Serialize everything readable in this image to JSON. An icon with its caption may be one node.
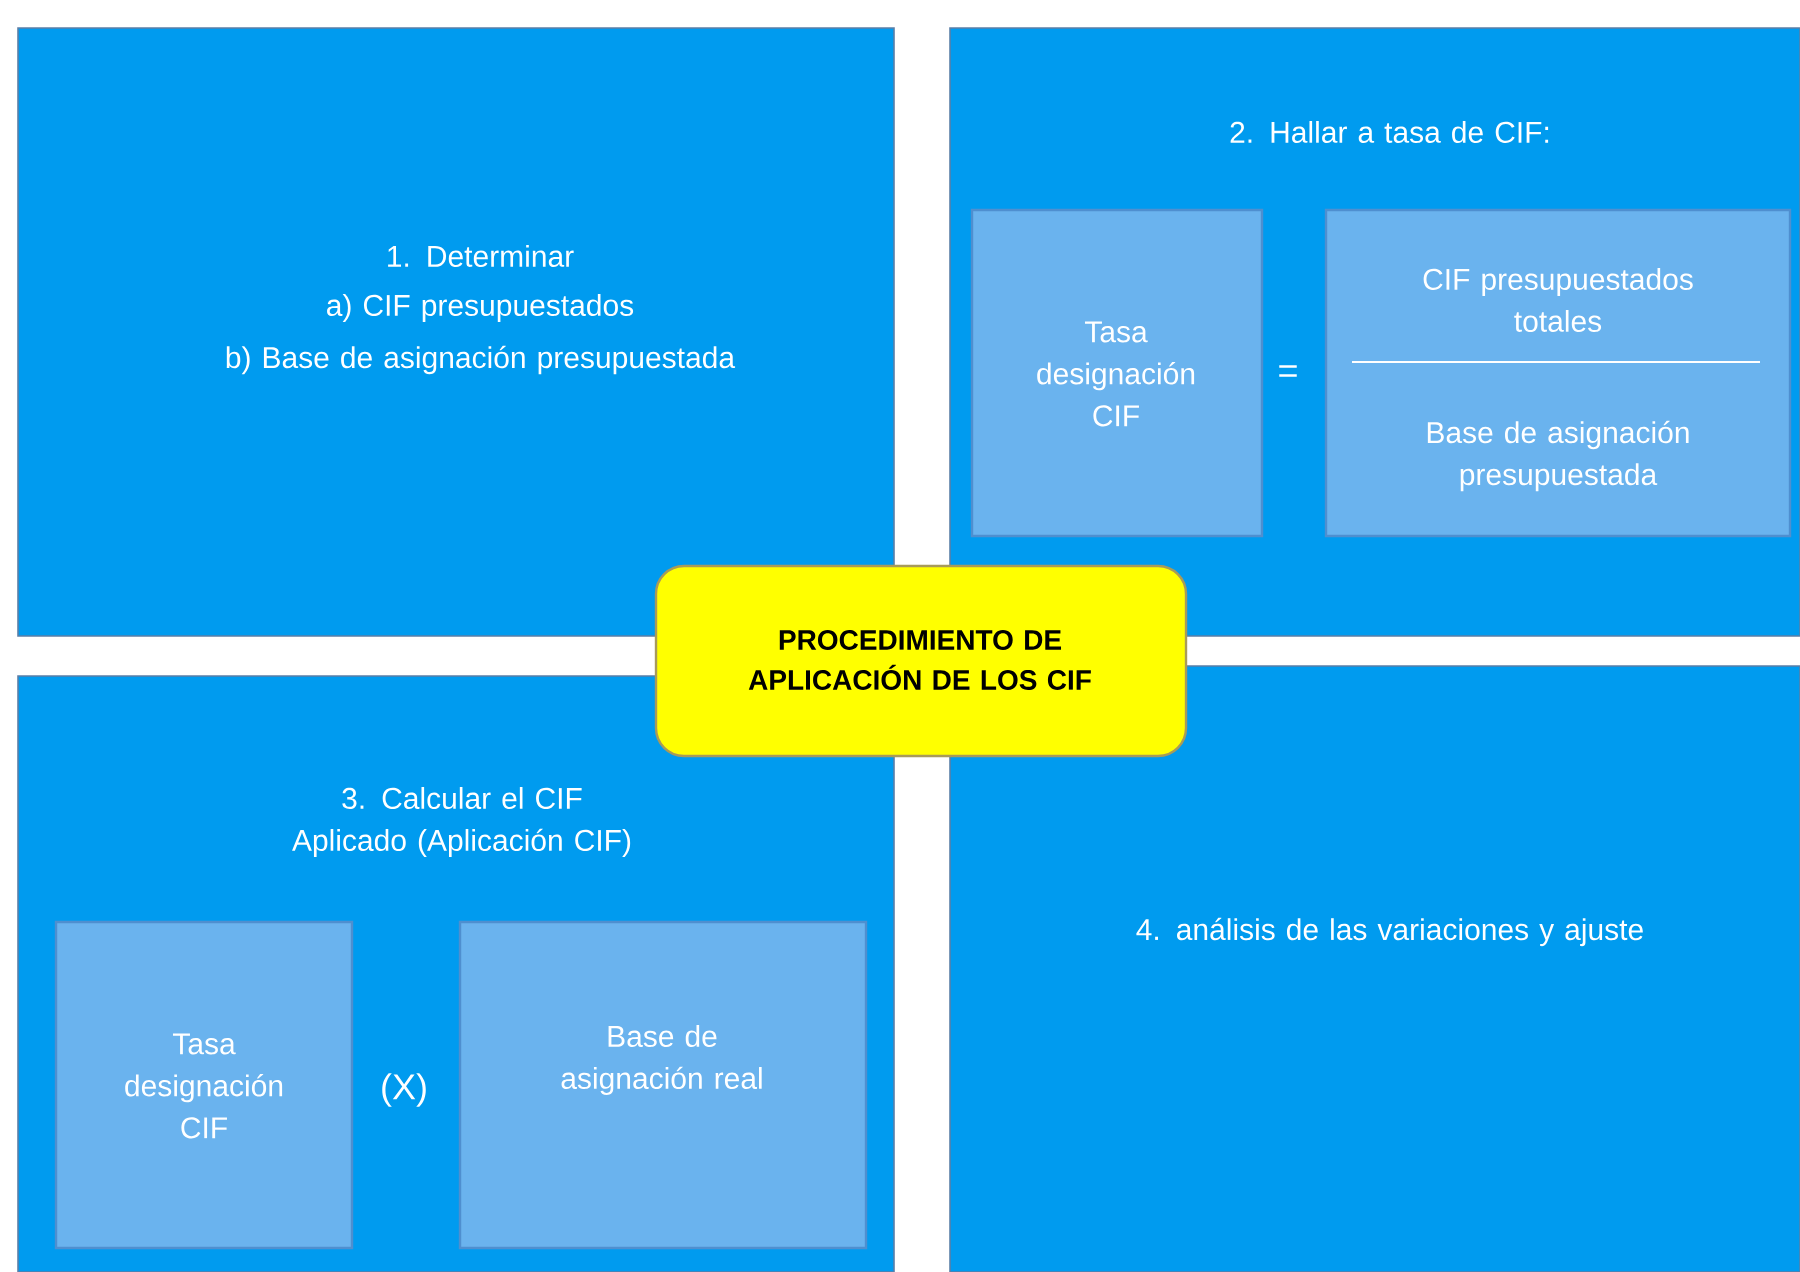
{
  "diagram": {
    "nodes": [
      {
        "text": [
          "1. Determinar",
          "a) CIF presupuestados",
          "b) Base de asignación presupuestada"
        ]
      },
      {
        "text": [
          "2. Hallar a tasa de CIF:"
        ]
      },
      {
        "text": [
          "Tasa designación CIF"
        ],
        "in": 1
      },
      {
        "text": [
          "CIF presupuestados totales",
          "Base de asignación presupuestada"
        ],
        "in": 1
      },
      {
        "text": [
          "PROCEDIMIENTO DE APLICACIÓN DE LOS CIF"
        ]
      },
      {
        "text": [
          "3. Calcular el CIF Aplicado (Aplicación CIF)"
        ]
      },
      {
        "text": [
          "Tasa designación CIF"
        ],
        "in": 5
      },
      {
        "text": [
          "Base de asignación real"
        ],
        "in": 5
      },
      {
        "text": [
          "4. análisis de las variaciones y ajuste"
        ]
      }
    ],
    "labels": [
      "=",
      "(X)"
    ]
  }
}
